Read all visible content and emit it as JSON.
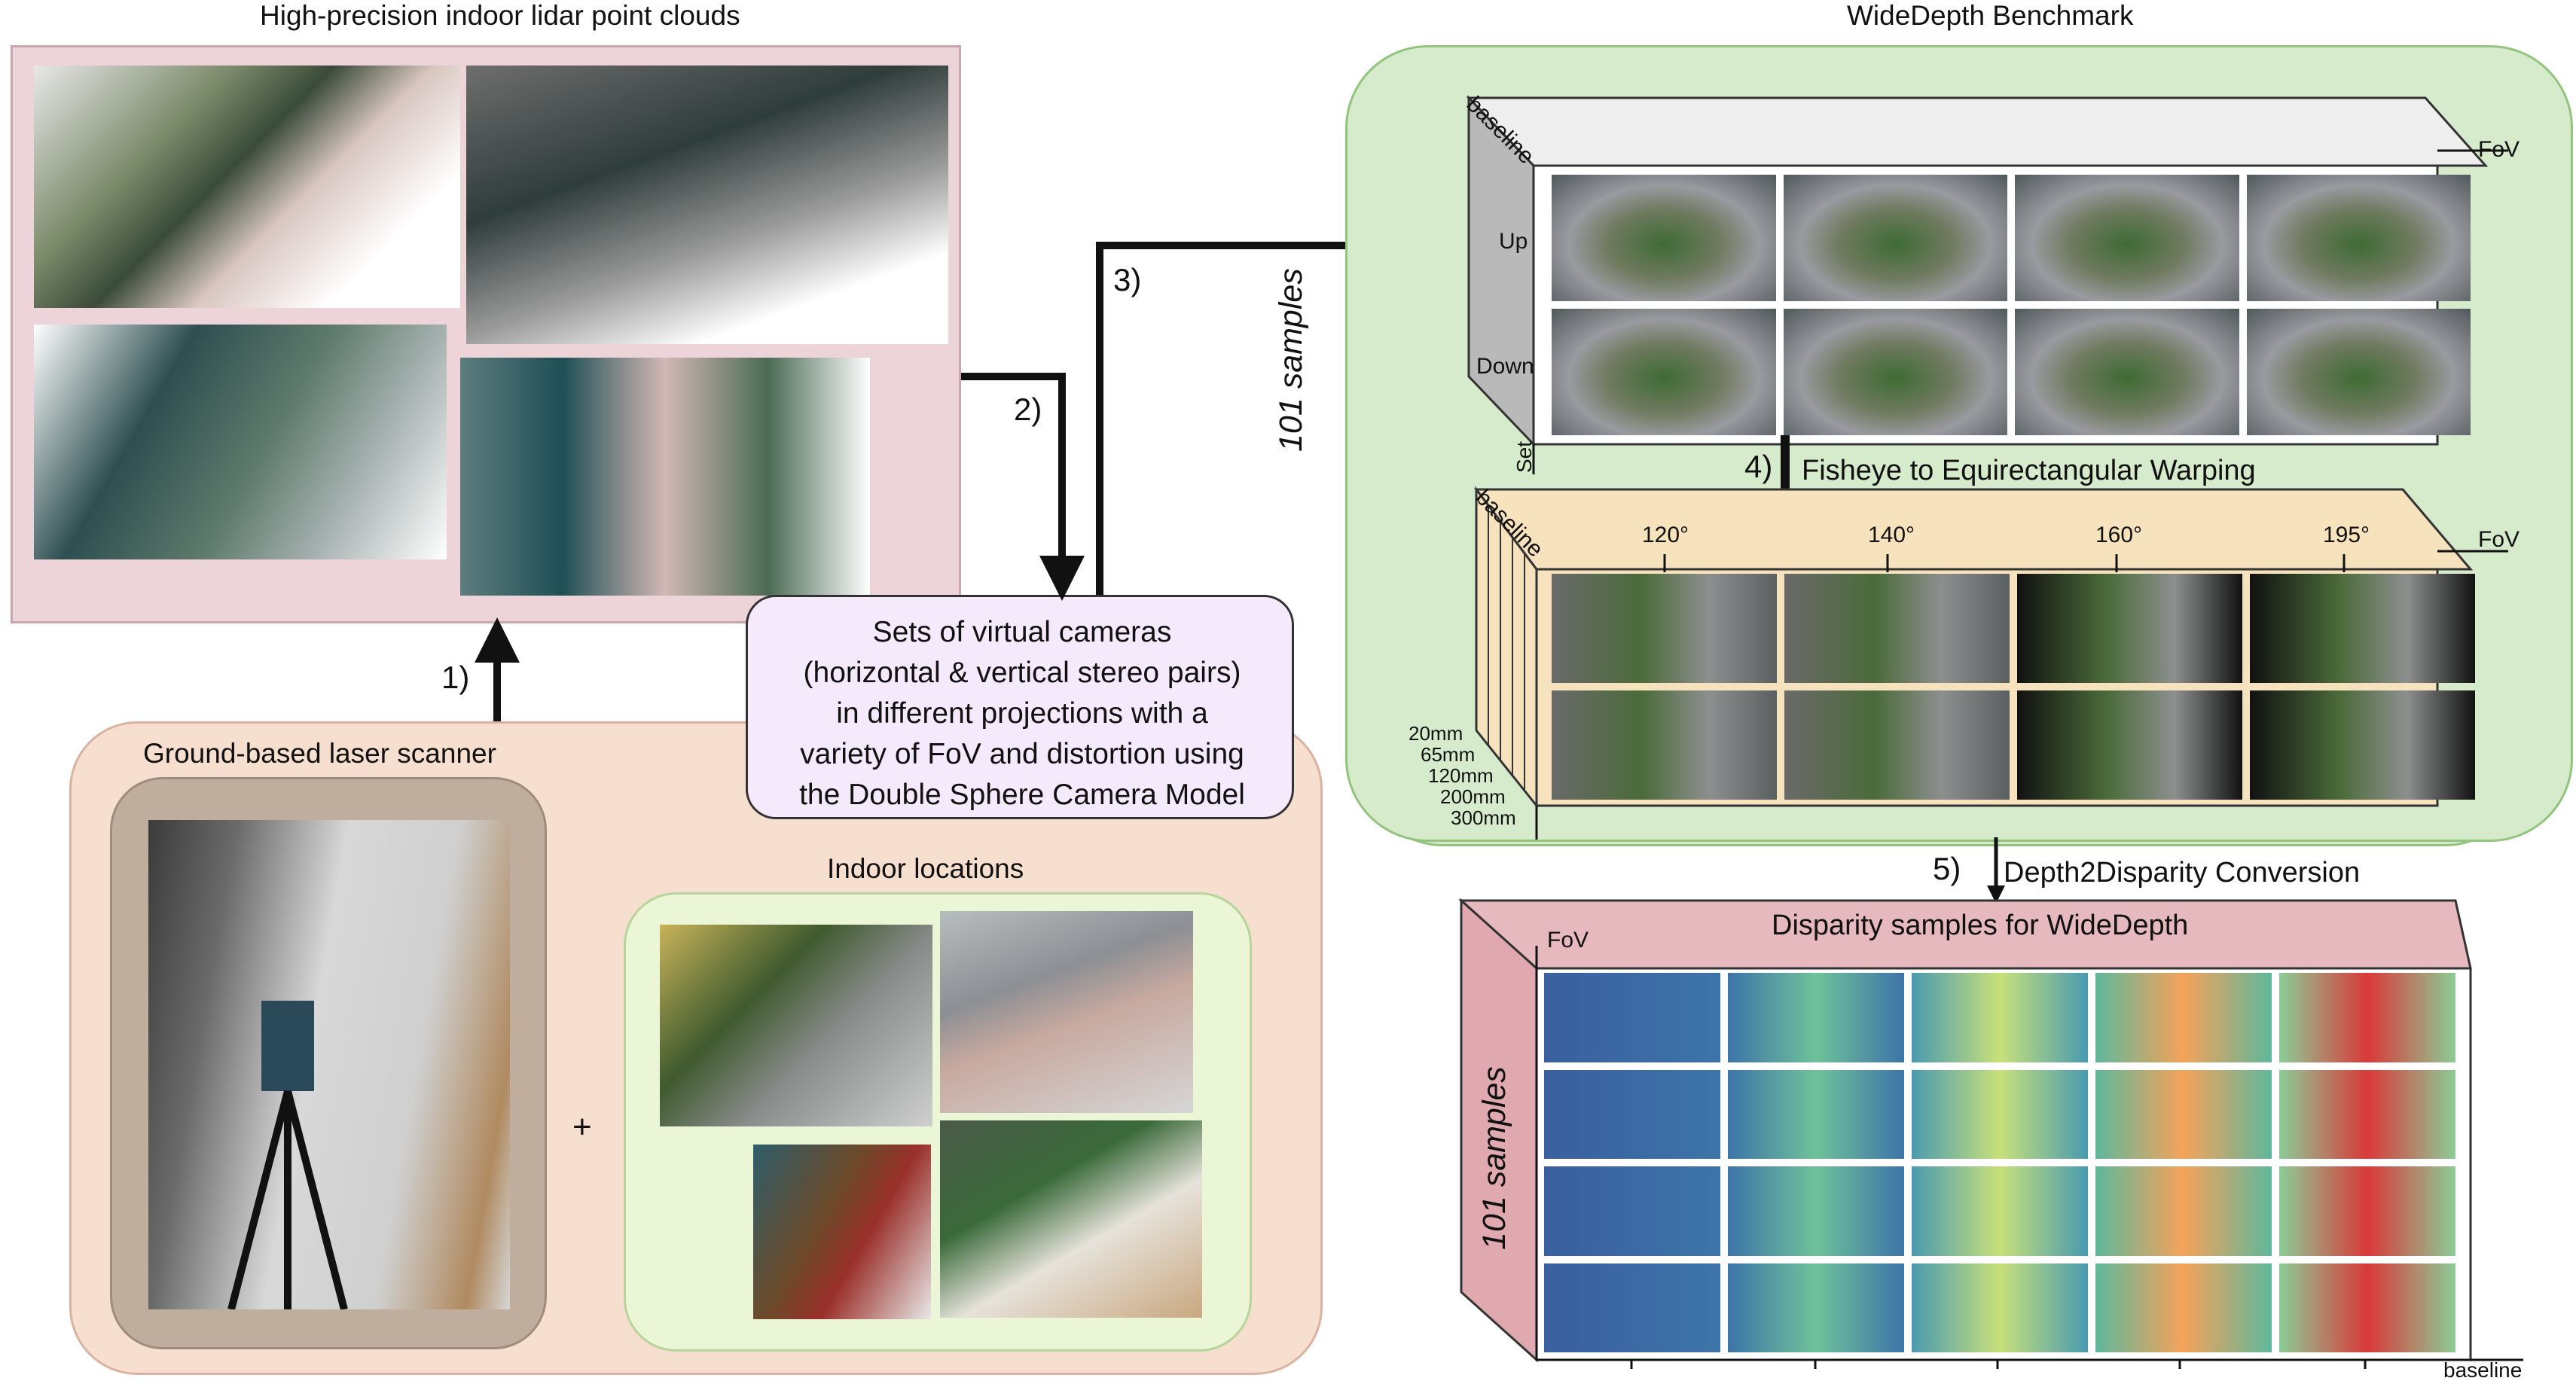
{
  "lidar": {
    "title": "High-precision indoor lidar point clouds"
  },
  "scanner": {
    "title": "Ground-based laser scanner",
    "plus": "+"
  },
  "indoor": {
    "title": "Indoor locations"
  },
  "cameras": {
    "lines": [
      "Sets of virtual cameras",
      "(horizontal & vertical stereo pairs)",
      "in different projections with a",
      "variety of FoV and distortion using",
      "the Double Sphere Camera Model"
    ]
  },
  "steps": {
    "s1": "1)",
    "s2": "2)",
    "s3": "3)",
    "s4": "4)",
    "s4_label": "Fisheye to Equirectangular Warping",
    "s5": "5)",
    "s5_label": "Depth2Disparity Conversion"
  },
  "benchmark": {
    "title": "WideDepth  Benchmark",
    "samples": "101 samples",
    "baseline": "baseline",
    "fov": "FoV",
    "set": "Set",
    "row_up": "Up",
    "row_down": "Down",
    "fov_ticks": [
      "120°",
      "140°",
      "160°",
      "195°"
    ],
    "baselines": [
      "20mm",
      "65mm",
      "120mm",
      "200mm",
      "300mm"
    ]
  },
  "disparity": {
    "title": "Disparity samples for WideDepth",
    "samples": "101 samples",
    "fov": "FoV",
    "baseline": "baseline"
  },
  "colors": {
    "lidar_bg": "#ecd4d9",
    "scanner_bg": "#f7dfd0",
    "scanner_inner": "#bfae9e",
    "indoor_bg": "#eaf6d6",
    "cameras_bg": "#f5eafc",
    "benchmark_bg": "#d6ebcb",
    "benchmark_border": "#92c47e",
    "gray_block": "#dddddd",
    "tan_block": "#f6e2bc",
    "disparity_bg": "#e6b9bf",
    "disparity_border": "#c96b78"
  }
}
